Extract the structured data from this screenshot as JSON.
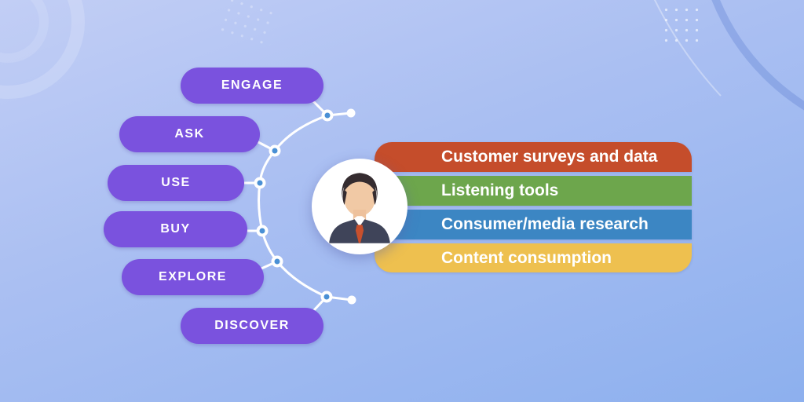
{
  "journey": {
    "pill_color": "#7a52de",
    "text_color": "#ffffff",
    "steps": [
      {
        "label": "ENGAGE"
      },
      {
        "label": "ASK"
      },
      {
        "label": "USE"
      },
      {
        "label": "BUY"
      },
      {
        "label": "EXPLORE"
      },
      {
        "label": "DISCOVER"
      }
    ]
  },
  "research_methods": [
    {
      "label": "Customer surveys and data",
      "color": "#c54d2b"
    },
    {
      "label": "Listening tools",
      "color": "#6da64c"
    },
    {
      "label": "Consumer/media research",
      "color": "#3c86c3"
    },
    {
      "label": "Content consumption",
      "color": "#eec04f"
    }
  ],
  "persona": {
    "icon": "businessman-avatar-icon"
  },
  "connector": {
    "line_color": "#ffffff",
    "node_fill_color": "#4a90d5",
    "node_ring_color": "#ffffff"
  },
  "background": {
    "gradient_top": "#c2cef5",
    "gradient_bottom": "#8db0ee"
  }
}
